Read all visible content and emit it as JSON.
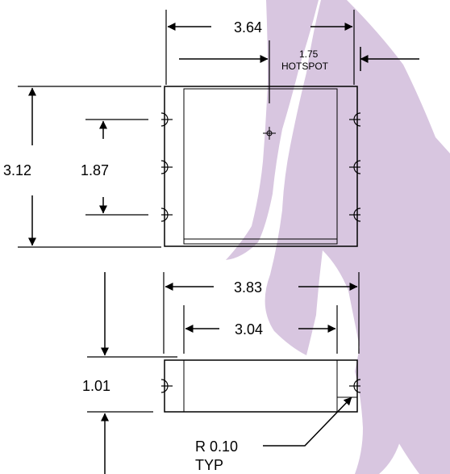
{
  "watermark": {
    "name": "horse-watermark",
    "color": "#d8c6e0"
  },
  "line_color": "#000000",
  "dimensions": {
    "width_top": "3.64",
    "hotspot_value": "1.75",
    "hotspot_label": "HOTSPOT",
    "height_total": "3.12",
    "hole_spacing": "1.87",
    "width_outer": "3.83",
    "width_inner": "3.04",
    "side_height": "1.01",
    "radius_value": "R 0.10",
    "radius_note": "TYP"
  }
}
